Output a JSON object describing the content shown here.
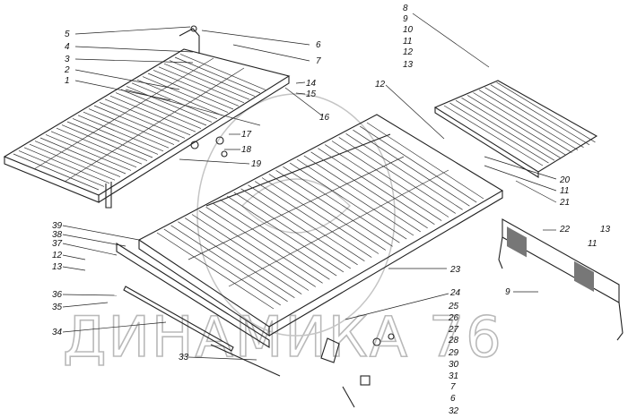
{
  "watermark": "ДИНАМИКА 76",
  "callouts": [
    "1",
    "2",
    "3",
    "4",
    "5",
    "6",
    "7",
    "8",
    "9",
    "10",
    "11",
    "12",
    "13",
    "14",
    "15",
    "16",
    "17",
    "18",
    "19",
    "20",
    "21",
    "22",
    "23",
    "24",
    "25",
    "26",
    "27",
    "28",
    "29",
    "30",
    "31",
    "32",
    "33",
    "34",
    "35",
    "36",
    "37",
    "38",
    "39"
  ],
  "duplicate_callouts": {
    "right_panel_12": "12",
    "right_panel_11": "11",
    "right_panel_13": "13",
    "side_board_9": "9",
    "left_12": "12",
    "left_13": "13",
    "hardware_7": "7",
    "hardware_6": "6"
  }
}
